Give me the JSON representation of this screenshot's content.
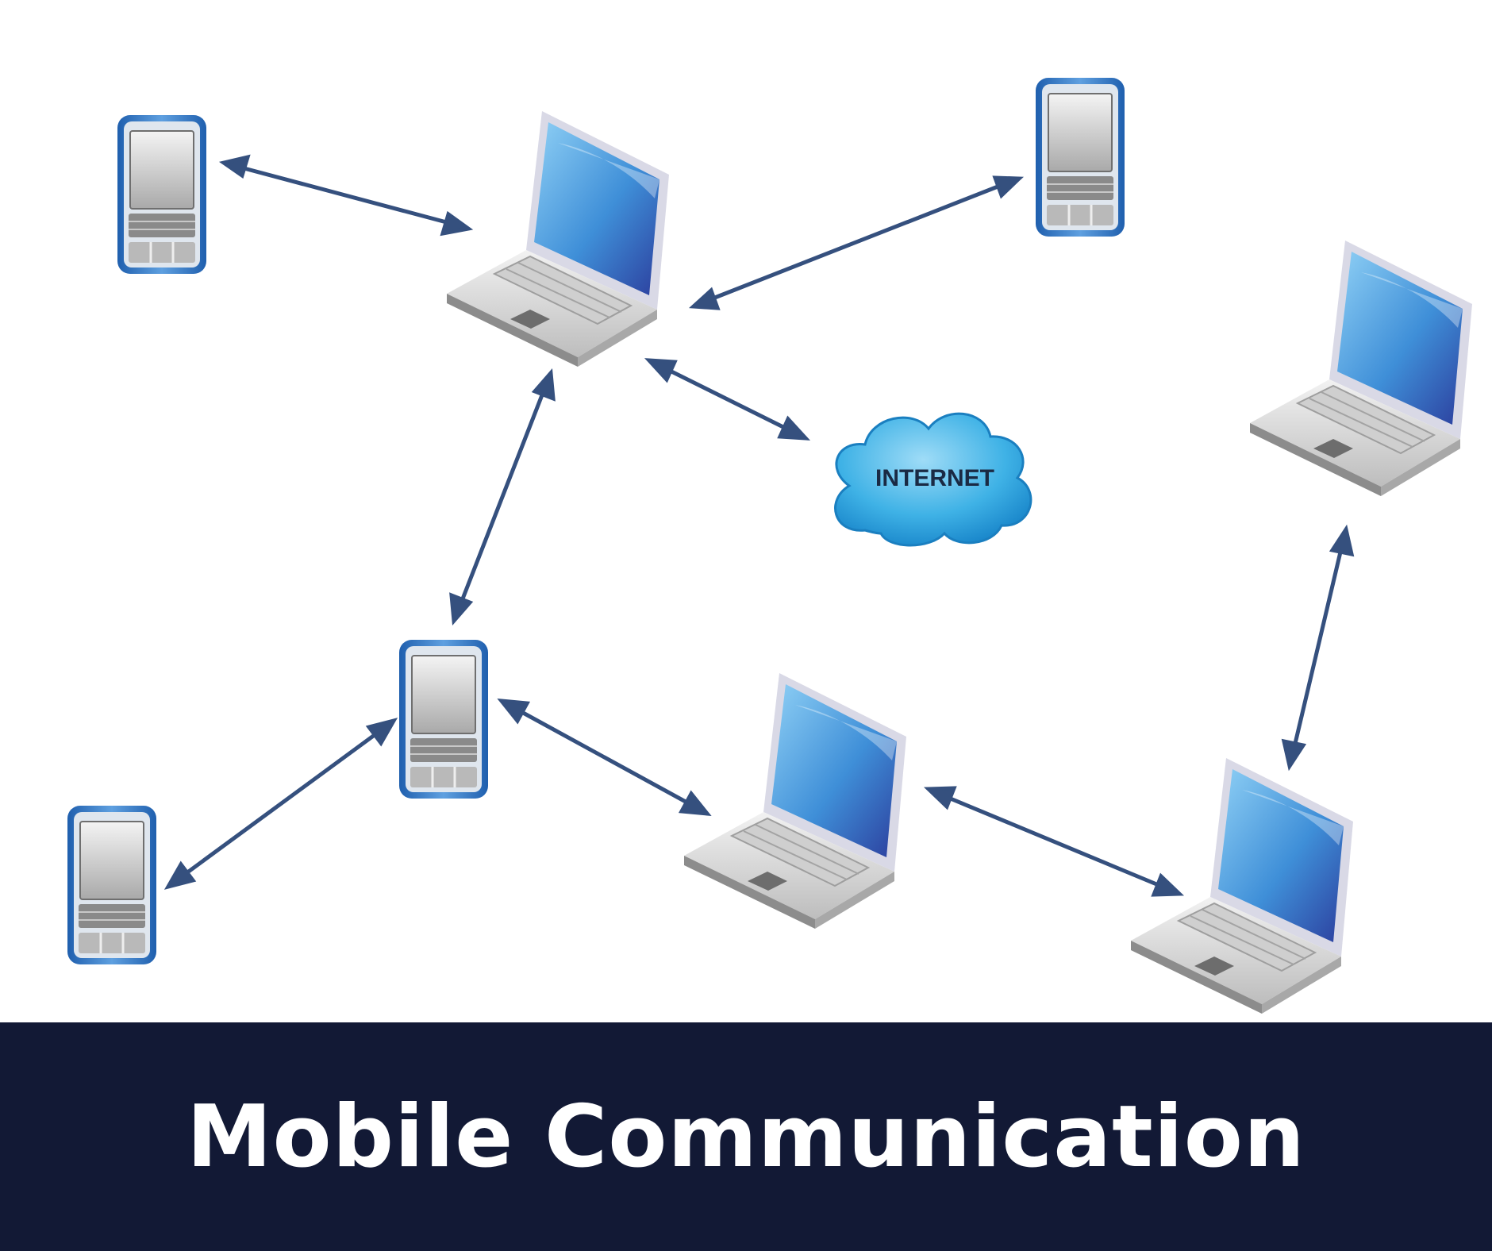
{
  "caption": "Mobile Communication",
  "cloud_label": "INTERNET",
  "colors": {
    "banner": "#121935",
    "arrow": "#35507e",
    "cloud": "#2aa6de",
    "screen": "#3f8fd8"
  },
  "nodes": [
    {
      "id": "phone-top-left",
      "kind": "phone"
    },
    {
      "id": "laptop-hub",
      "kind": "laptop"
    },
    {
      "id": "phone-top-right",
      "kind": "phone"
    },
    {
      "id": "laptop-right",
      "kind": "laptop"
    },
    {
      "id": "internet-cloud",
      "kind": "cloud"
    },
    {
      "id": "phone-middle",
      "kind": "phone"
    },
    {
      "id": "phone-bottom-left",
      "kind": "phone"
    },
    {
      "id": "laptop-bottom-center",
      "kind": "laptop"
    },
    {
      "id": "laptop-bottom-right",
      "kind": "laptop"
    }
  ],
  "links": [
    {
      "from": "phone-top-left",
      "to": "laptop-hub"
    },
    {
      "from": "phone-top-right",
      "to": "laptop-hub"
    },
    {
      "from": "laptop-hub",
      "to": "internet-cloud"
    },
    {
      "from": "laptop-hub",
      "to": "phone-middle"
    },
    {
      "from": "phone-bottom-left",
      "to": "phone-middle"
    },
    {
      "from": "phone-middle",
      "to": "laptop-bottom-center"
    },
    {
      "from": "laptop-bottom-center",
      "to": "laptop-bottom-right"
    },
    {
      "from": "laptop-bottom-right",
      "to": "laptop-right"
    }
  ]
}
